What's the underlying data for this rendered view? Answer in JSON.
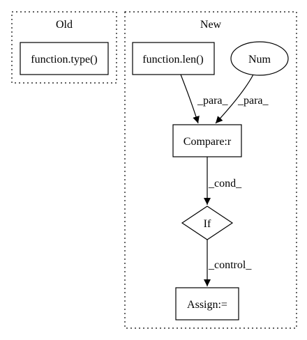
{
  "clusters": {
    "old": {
      "label": "Old"
    },
    "new": {
      "label": "New"
    }
  },
  "nodes": {
    "function_type": {
      "label": "function.type()",
      "shape": "box"
    },
    "function_len": {
      "label": "function.len()",
      "shape": "box"
    },
    "num": {
      "label": "Num",
      "shape": "ellipse"
    },
    "compare": {
      "label": "Compare:r",
      "shape": "box"
    },
    "if_node": {
      "label": "If",
      "shape": "diamond"
    },
    "assign": {
      "label": "Assign:=",
      "shape": "box"
    }
  },
  "edges": {
    "len_to_compare": {
      "label": "_para_"
    },
    "num_to_compare": {
      "label": "_para_"
    },
    "compare_to_if": {
      "label": "_cond_"
    },
    "if_to_assign": {
      "label": "_control_"
    }
  },
  "colors": {
    "stroke": "#000000",
    "background": "#ffffff"
  }
}
